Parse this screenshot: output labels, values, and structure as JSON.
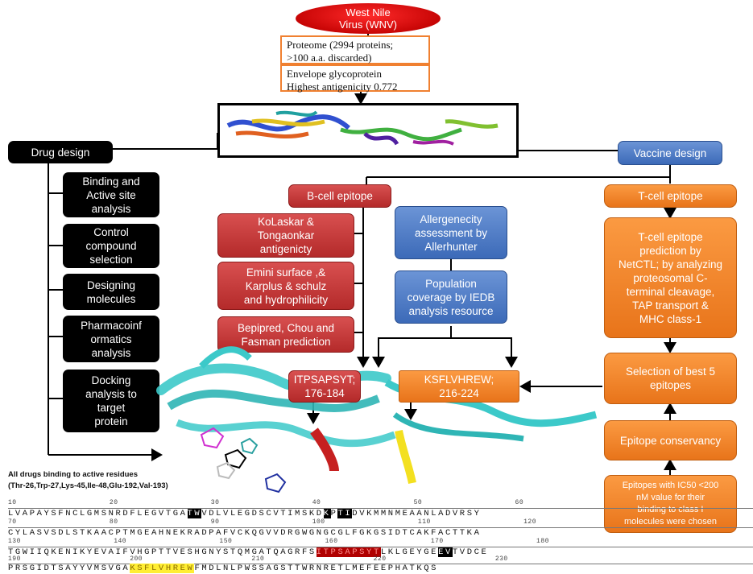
{
  "root": {
    "line1": "West Nile",
    "line2": "Virus (WNV)"
  },
  "proteome": {
    "line1": "Proteome (2994 proteins;",
    "line2": ">100 a.a. discarded)"
  },
  "envelope": {
    "line1": "Envelope glycoprotein",
    "line2": "Highest antigenicity 0.772"
  },
  "drug_design": {
    "label": "Drug design",
    "steps": [
      "Binding and Active site analysis",
      "Control compound selection",
      "Designing molecules",
      "Pharmacoinformatics analysis",
      "Docking analysis to target protein"
    ],
    "step_lines": [
      [
        "Binding and",
        "Active site",
        "analysis"
      ],
      [
        "Control",
        "compound",
        "selection"
      ],
      [
        "Designing",
        "molecules"
      ],
      [
        "Pharmacoinf",
        "ormatics",
        "analysis"
      ],
      [
        "Docking",
        "analysis to",
        "target",
        "protein"
      ]
    ]
  },
  "vaccine_design": {
    "label": "Vaccine design"
  },
  "b_cell": {
    "label": "B-cell epitope",
    "methods": [
      [
        "KoLaskar &",
        "Tongaonkar",
        "antigenicty"
      ],
      [
        "Emini surface ,&",
        "Karplus & schulz",
        "and hydrophilicity"
      ],
      [
        "Bepipred, Chou and",
        "Fasman prediction"
      ]
    ],
    "epitope": {
      "line1": "ITPSAPSYT;",
      "line2": "176-184"
    }
  },
  "allergen": {
    "lines": [
      "Allergenecity",
      "assessment by",
      "Allerhunter"
    ]
  },
  "population": {
    "lines": [
      "Population",
      "coverage by IEDB",
      "analysis resource"
    ]
  },
  "t_cell": {
    "label": "T-cell epitope",
    "prediction": [
      "T-cell epitope",
      "prediction by",
      "NetCTL; by analyzing",
      "proteosomal C-",
      "terminal cleavage,",
      "TAP transport &",
      "MHC class-1"
    ],
    "selection": [
      "Selection of best 5",
      "epitopes"
    ],
    "conservancy": "Epitope conservancy",
    "ic50": [
      "Epitopes with IC50 <200",
      "nM value for their",
      "binding to class I",
      "molecules were chosen"
    ],
    "epitope": {
      "line1": "KSFLVHREW;",
      "line2": "216-224"
    }
  },
  "drugs_binding": {
    "line1": "All drugs binding to active residues",
    "line2": "(Thr-26,Trp-27,Lys-45,Ile-48,Glu-192,Val-193)"
  },
  "sequence": {
    "ticks1": "10 20 30 40 50 60",
    "row1": [
      "LVAPAYSFNCLGMSNRDFLEGVTGA",
      "TW",
      "VDLVLEGDSCVTIMSKD",
      "K",
      "P",
      "T",
      "I",
      "DVKMMNMEAANLADVRSY"
    ],
    "ticks2": "70 80 90 100 110 120",
    "row2": "CYLASVSDLSTKAACPTMGEAHNEKRADPAFVCKQGVVDRGWGNGCGLFGKGSIDTCAKFACTTKA",
    "ticks3": "130 140 150 160 170 180",
    "row3": [
      "TGWIIQKENIKYEVAIFVHGPTTVESHGNYSTQMGATQAGRFS",
      "ITPSAPSYT",
      "LKLGEYGE",
      "EV",
      "TVDCE"
    ],
    "ticks4": "190 200 210 220 230",
    "row4": [
      "PRSGIDTSAYYVMSVGA",
      "KSFLVHREW",
      "FMDLNLPWSSAGSTTWRNRETLMEFEEPHATKQS"
    ]
  },
  "colors": {
    "black": "#000000",
    "red": "#b83232",
    "blue": "#4a78c4",
    "orange": "#f08a2c",
    "protein": "#3cc9c9"
  }
}
